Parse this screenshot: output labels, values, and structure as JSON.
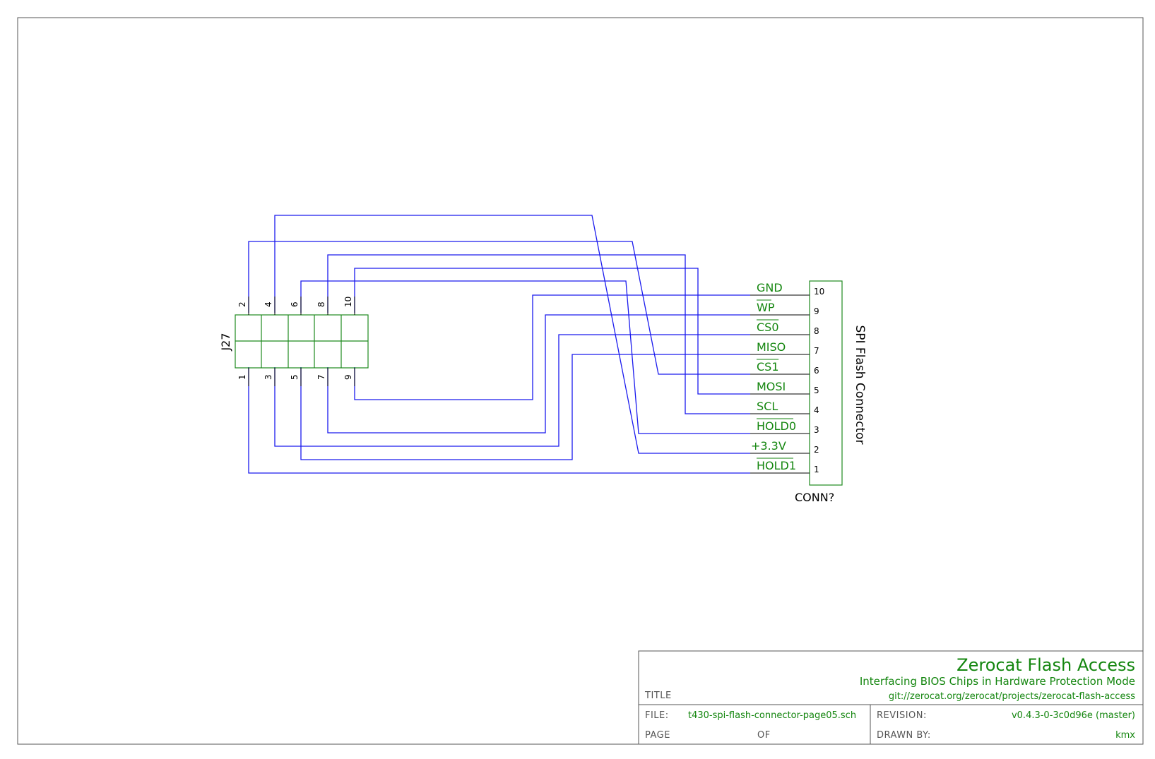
{
  "colors": {
    "wire": "#1a1aee",
    "component": "#1f8a1f",
    "signal_text": "#14860f",
    "border": "#555555"
  },
  "header_j27": {
    "reference": "J27",
    "top_pins": [
      "2",
      "4",
      "6",
      "8",
      "10"
    ],
    "bottom_pins": [
      "1",
      "3",
      "5",
      "7",
      "9"
    ]
  },
  "connector": {
    "reference": "CONN?",
    "value": "SPI Flash Connector",
    "pins": [
      {
        "num": "10",
        "signal": "GND",
        "overbar": false
      },
      {
        "num": "9",
        "signal": "WP",
        "overbar": true
      },
      {
        "num": "8",
        "signal": "CS0",
        "overbar": true
      },
      {
        "num": "7",
        "signal": "MISO",
        "overbar": false
      },
      {
        "num": "6",
        "signal": "CS1",
        "overbar": true
      },
      {
        "num": "5",
        "signal": "MOSI",
        "overbar": false
      },
      {
        "num": "4",
        "signal": "SCL",
        "overbar": false
      },
      {
        "num": "3",
        "signal": "HOLD0",
        "overbar": true
      },
      {
        "num": "2",
        "signal": "+3.3V",
        "overbar": false
      },
      {
        "num": "1",
        "signal": "HOLD1",
        "overbar": true
      }
    ]
  },
  "title_block": {
    "company": "Zerocat Flash Access",
    "subtitle": "Interfacing BIOS Chips in Hardware Protection Mode",
    "url": "git://zerocat.org/zerocat/projects/zerocat-flash-access",
    "title_label": "TITLE",
    "file_label": "FILE:",
    "file_value": "t430-spi-flash-connector-page05.sch",
    "revision_label": "REVISION:",
    "revision_value": "v0.4.3-0-3c0d96e (master)",
    "page_label": "PAGE",
    "of_label": "OF",
    "drawn_by_label": "DRAWN BY:",
    "drawn_by_value": "kmx"
  }
}
